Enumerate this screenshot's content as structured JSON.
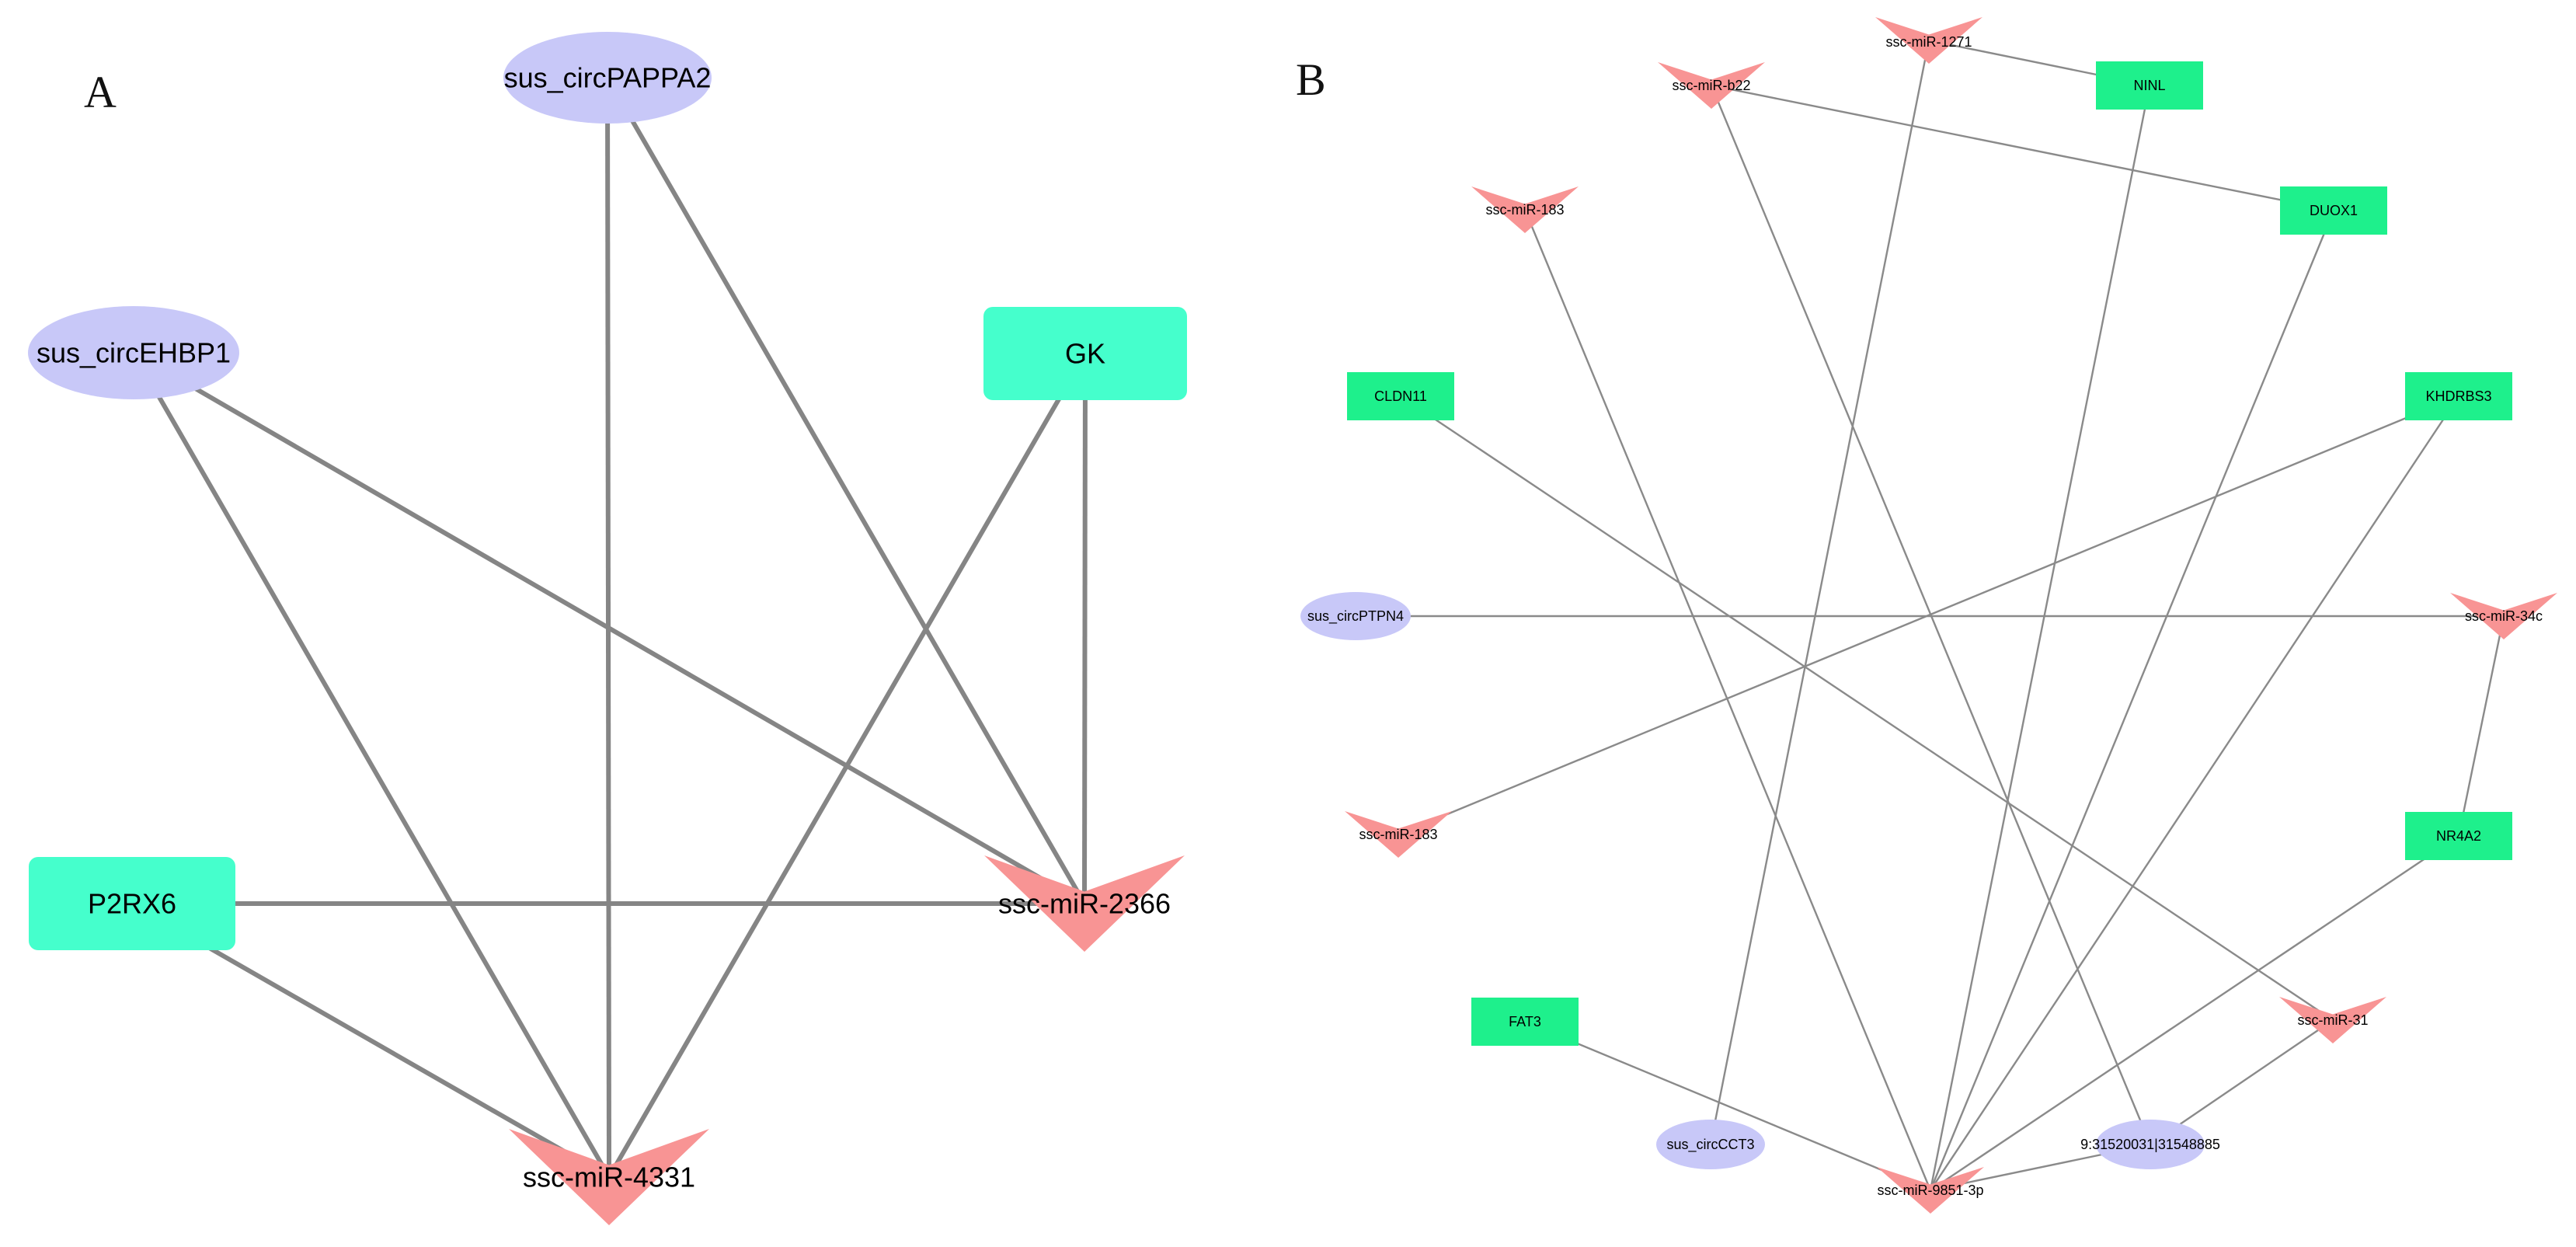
{
  "panels": [
    {
      "id": "A",
      "label": "A",
      "node_types": {
        "circRNA": {
          "shape": "ellipse",
          "color": "#c8c8f8"
        },
        "gene": {
          "shape": "rounded-rect",
          "color": "#45ffcc"
        },
        "miRNA": {
          "shape": "chevron-down",
          "color": "#f89494"
        }
      },
      "edge_color": "#858585",
      "nodes": [
        {
          "id": "sus_circPAPPA2",
          "label": "sus_circPAPPA2",
          "type": "circRNA"
        },
        {
          "id": "sus_circEHBP1",
          "label": "sus_circEHBP1",
          "type": "circRNA"
        },
        {
          "id": "GK",
          "label": "GK",
          "type": "gene"
        },
        {
          "id": "P2RX6",
          "label": "P2RX6",
          "type": "gene"
        },
        {
          "id": "ssc-miR-2366",
          "label": "ssc-miR-2366",
          "type": "miRNA"
        },
        {
          "id": "ssc-miR-4331",
          "label": "ssc-miR-4331",
          "type": "miRNA"
        }
      ],
      "edges": [
        [
          "sus_circPAPPA2",
          "ssc-miR-4331"
        ],
        [
          "sus_circPAPPA2",
          "ssc-miR-2366"
        ],
        [
          "sus_circEHBP1",
          "ssc-miR-4331"
        ],
        [
          "sus_circEHBP1",
          "ssc-miR-2366"
        ],
        [
          "GK",
          "ssc-miR-4331"
        ],
        [
          "GK",
          "ssc-miR-2366"
        ],
        [
          "P2RX6",
          "ssc-miR-2366"
        ],
        [
          "P2RX6",
          "ssc-miR-4331"
        ]
      ]
    },
    {
      "id": "B",
      "label": "B",
      "node_types": {
        "circRNA": {
          "shape": "ellipse",
          "color": "#c8c8f8"
        },
        "gene": {
          "shape": "rect",
          "color": "#1ef08c"
        },
        "miRNA": {
          "shape": "chevron-down",
          "color": "#f89494"
        }
      },
      "edge_color": "#8a8a8a",
      "nodes": [
        {
          "id": "ssc-miR-1271",
          "label": "ssc-miR-1271",
          "type": "miRNA"
        },
        {
          "id": "ssc-miR-b22",
          "label": "ssc-miR-b22",
          "type": "miRNA"
        },
        {
          "id": "NINL",
          "label": "NINL",
          "type": "gene"
        },
        {
          "id": "ssc-miR-183-top",
          "label": "ssc-miR-183",
          "type": "miRNA"
        },
        {
          "id": "DUOX1",
          "label": "DUOX1",
          "type": "gene"
        },
        {
          "id": "CLDN11",
          "label": "CLDN11",
          "type": "gene"
        },
        {
          "id": "KHDRBS3",
          "label": "KHDRBS3",
          "type": "gene"
        },
        {
          "id": "sus_circPTPN4",
          "label": "sus_circPTPN4",
          "type": "circRNA"
        },
        {
          "id": "ssc-miR-34c",
          "label": "ssc-miR-34c",
          "type": "miRNA"
        },
        {
          "id": "ssc-miR-183-mid",
          "label": "ssc-miR-183",
          "type": "miRNA"
        },
        {
          "id": "NR4A2",
          "label": "NR4A2",
          "type": "gene"
        },
        {
          "id": "ssc-miR-31",
          "label": "ssc-miR-31",
          "type": "miRNA"
        },
        {
          "id": "FAT3",
          "label": "FAT3",
          "type": "gene"
        },
        {
          "id": "sus_circCCT3",
          "label": "sus_circCCT3",
          "type": "circRNA"
        },
        {
          "id": "circ-9",
          "label": "9:31520031|31548885",
          "type": "circRNA"
        },
        {
          "id": "ssc-miR-9851-3p",
          "label": "ssc-miR-9851-3p",
          "type": "miRNA"
        }
      ],
      "edges": [
        [
          "ssc-miR-1271",
          "NINL"
        ],
        [
          "ssc-miR-1271",
          "sus_circCCT3"
        ],
        [
          "ssc-miR-b22",
          "DUOX1"
        ],
        [
          "ssc-miR-b22",
          "circ-9"
        ],
        [
          "NINL",
          "ssc-miR-9851-3p"
        ],
        [
          "DUOX1",
          "ssc-miR-9851-3p"
        ],
        [
          "ssc-miR-183-top",
          "ssc-miR-9851-3p"
        ],
        [
          "CLDN11",
          "ssc-miR-31"
        ],
        [
          "KHDRBS3",
          "ssc-miR-183-mid"
        ],
        [
          "KHDRBS3",
          "ssc-miR-9851-3p"
        ],
        [
          "sus_circPTPN4",
          "ssc-miR-34c"
        ],
        [
          "ssc-miR-34c",
          "NR4A2"
        ],
        [
          "NR4A2",
          "ssc-miR-9851-3p"
        ],
        [
          "ssc-miR-31",
          "circ-9"
        ],
        [
          "FAT3",
          "ssc-miR-9851-3p"
        ],
        [
          "ssc-miR-9851-3p",
          "circ-9"
        ]
      ]
    }
  ]
}
